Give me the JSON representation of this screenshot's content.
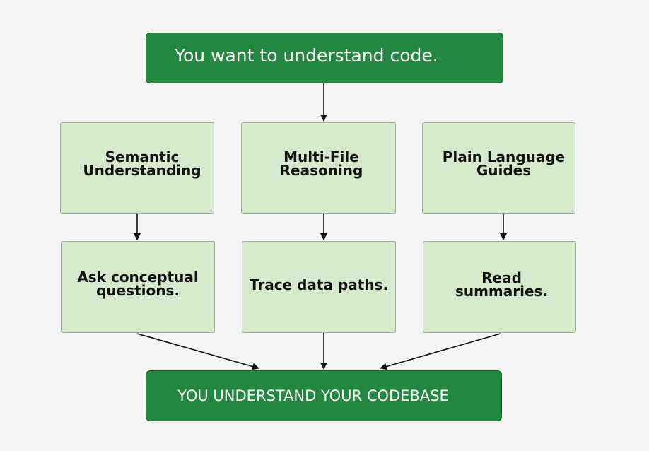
{
  "start": {
    "label": "You want to understand code."
  },
  "features": [
    {
      "label": "Semantic\nUnderstanding"
    },
    {
      "label": "Multi-File\nReasoning"
    },
    {
      "label": "Plain Language\nGuides"
    }
  ],
  "actions": [
    {
      "label": "Ask conceptual\nquestions."
    },
    {
      "label": "Trace data paths."
    },
    {
      "label": "Read summaries."
    }
  ],
  "outcome": {
    "label": "YOU UNDERSTAND YOUR CODEBASE"
  },
  "colors": {
    "primary_box": "#22873f",
    "secondary_box": "#d6e9cc",
    "background": "#f4f4f4",
    "arrow": "#111111"
  }
}
